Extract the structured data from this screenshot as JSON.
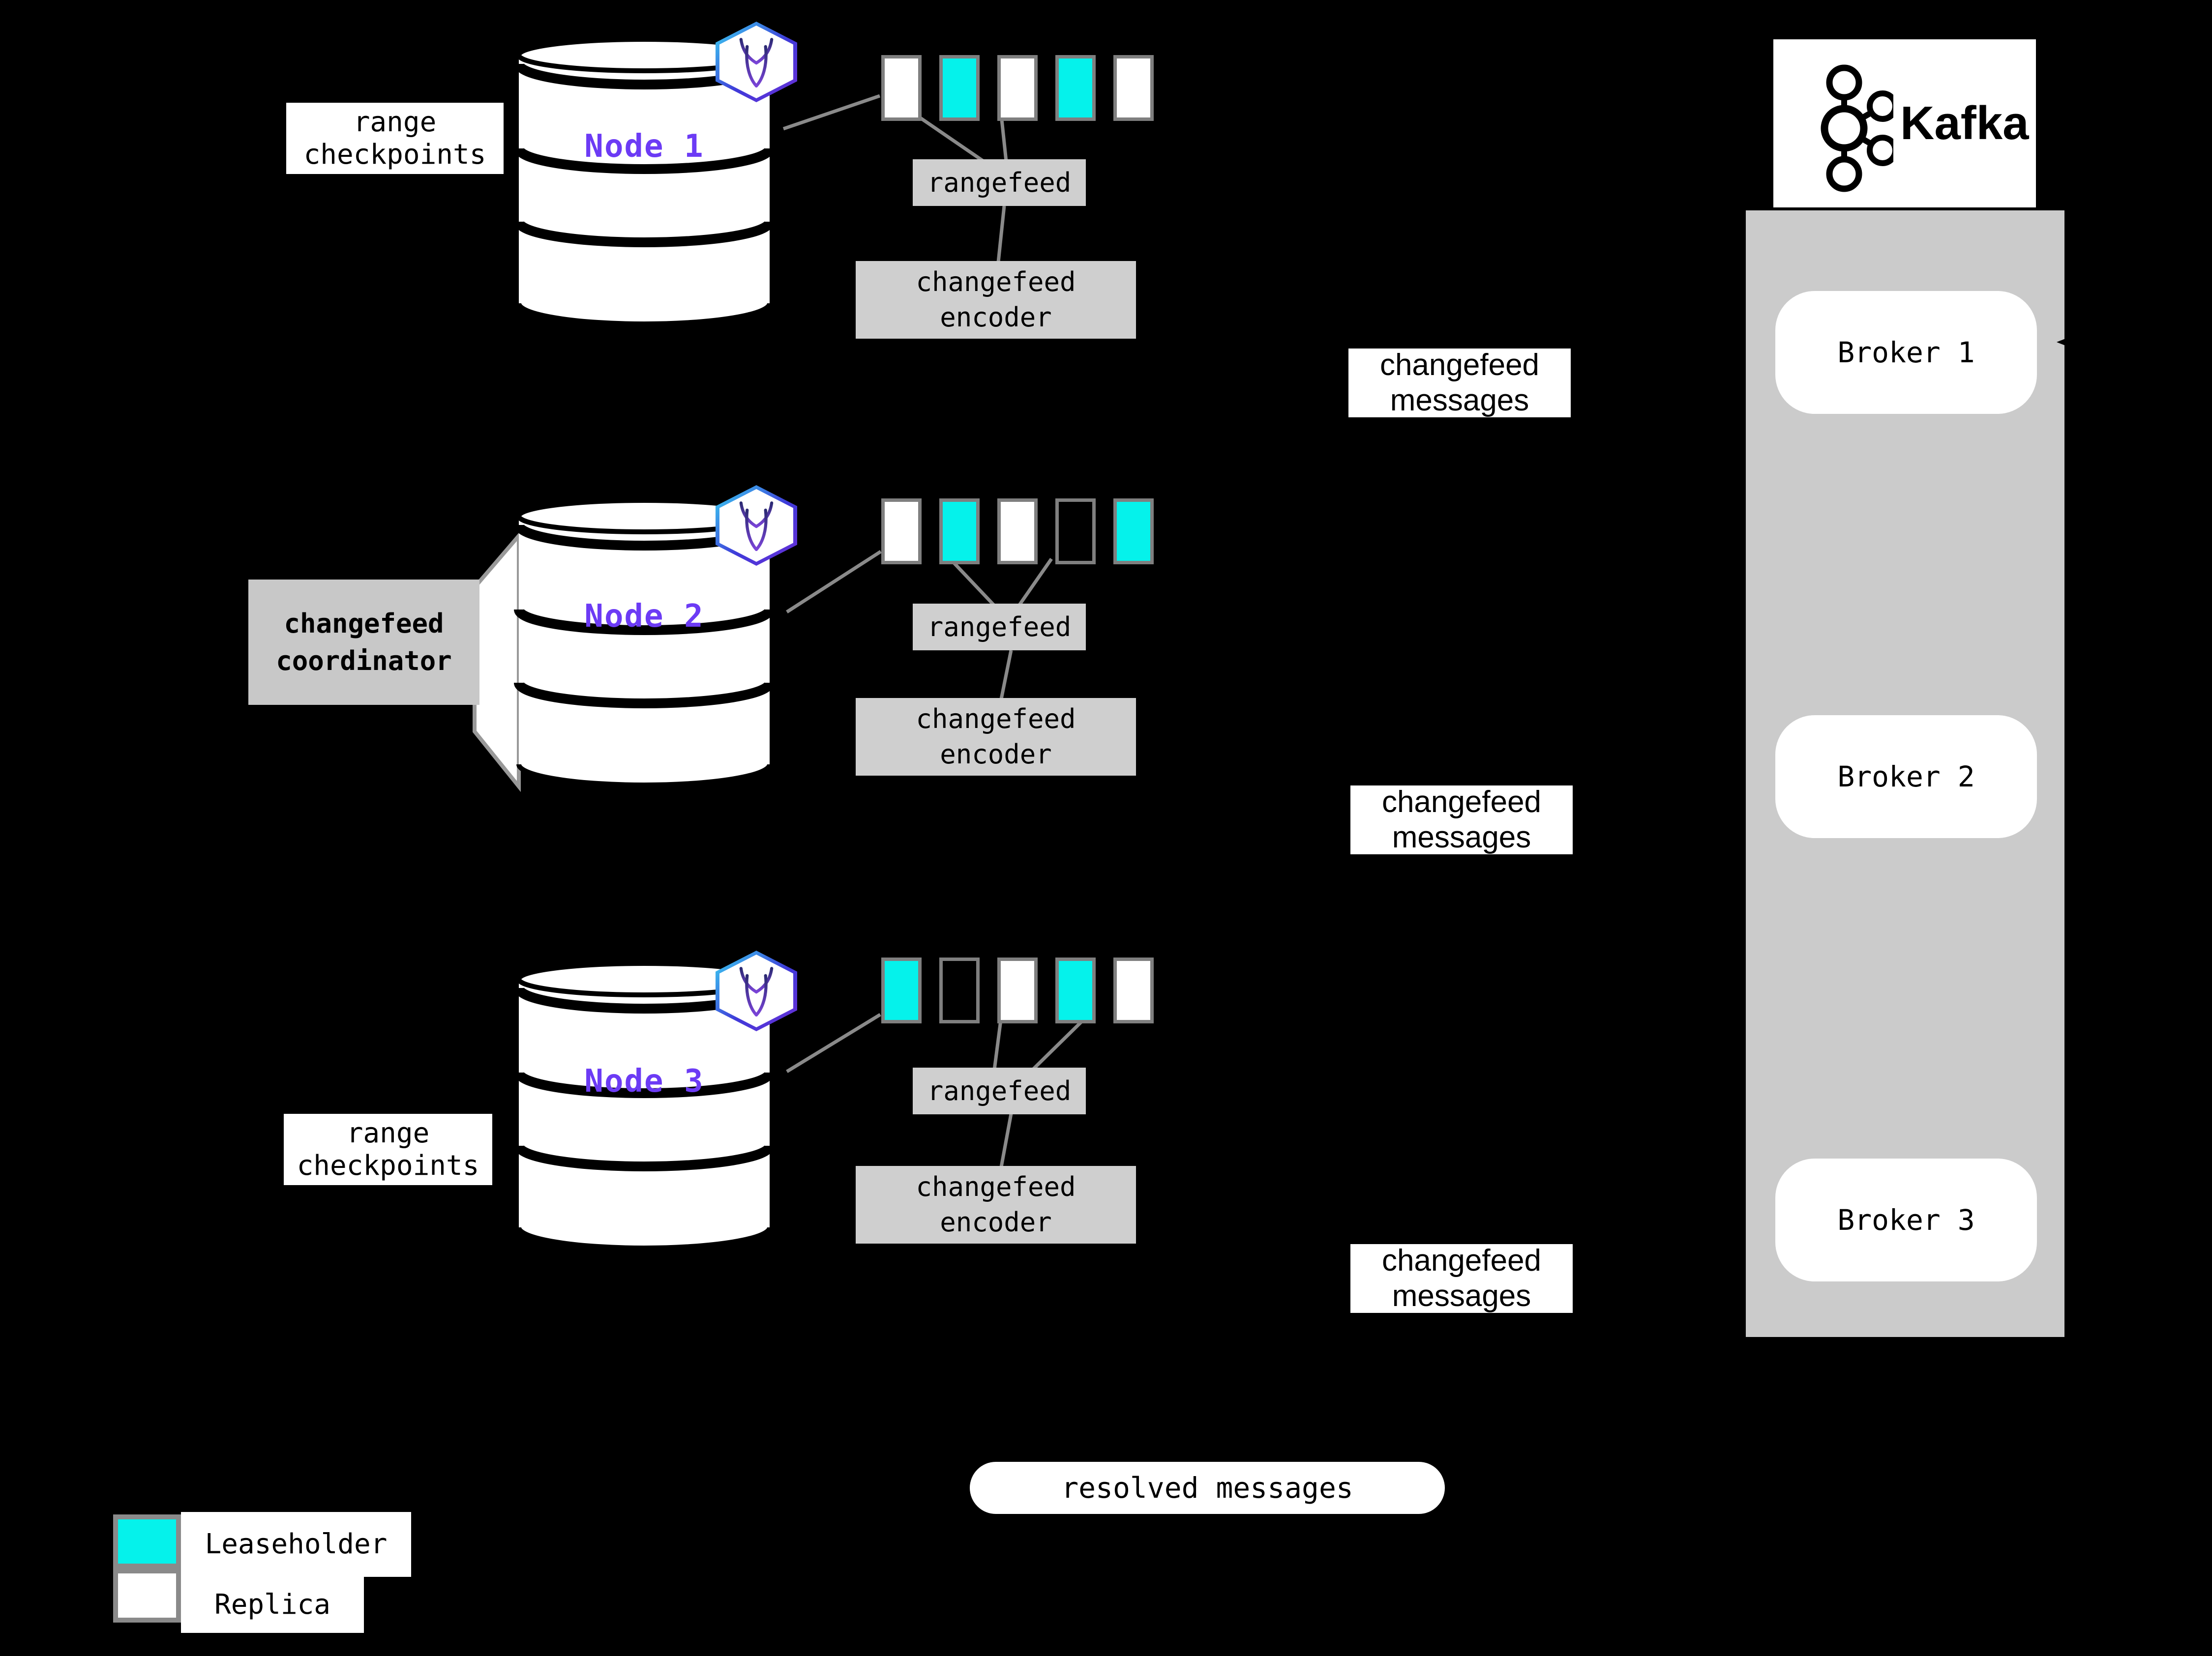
{
  "colors": {
    "background": "#000000",
    "leaseholder": "#05F2EB",
    "replica": "#FFFFFF",
    "node-label": "#6C3BF5",
    "box-gray": "#CFCFCF",
    "container-gray": "#CBCBCB",
    "coordinator-gray": "#C8C8C8",
    "border-gray": "#7F7F7F",
    "line-gray": "#8A8A8A"
  },
  "nodes": [
    {
      "label": "Node 1",
      "side_label": "range checkpoints",
      "ranges": [
        "replica",
        "leaseholder",
        "replica",
        "leaseholder",
        "replica"
      ]
    },
    {
      "label": "Node 2",
      "side_label": "changefeed coordinator",
      "ranges": [
        "replica",
        "leaseholder",
        "replica",
        "empty",
        "leaseholder"
      ]
    },
    {
      "label": "Node 3",
      "side_label": "range checkpoints",
      "ranges": [
        "leaseholder",
        "empty",
        "replica",
        "leaseholder",
        "replica"
      ]
    }
  ],
  "labels": {
    "rangefeed": "rangefeed",
    "changefeed_encoder": "changefeed encoder",
    "changefeed_messages": "changefeed messages",
    "resolved_messages": "resolved messages"
  },
  "kafka": {
    "logo_text": "Kafka",
    "brokers": [
      "Broker 1",
      "Broker 2",
      "Broker 3"
    ]
  },
  "legend": [
    {
      "type": "leaseholder",
      "label": "Leaseholder"
    },
    {
      "type": "replica",
      "label": "Replica"
    }
  ]
}
